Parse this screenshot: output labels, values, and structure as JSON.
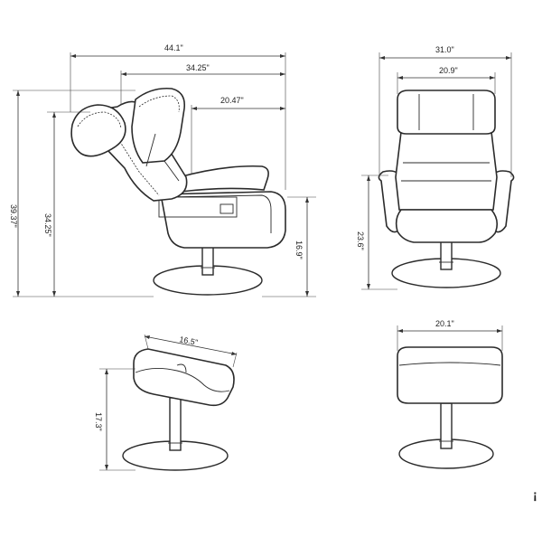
{
  "dimensions": {
    "recliner_side": {
      "overall_width": "44.1\"",
      "seat_to_head_width": "34.25\"",
      "seat_depth": "20.47\"",
      "overall_height": "39.37\"",
      "reclined_height": "34.25\"",
      "seat_height": "16.9\""
    },
    "chair_front": {
      "overall_width": "31.0\"",
      "headrest_width": "20.9\"",
      "arm_height": "23.6\""
    },
    "ottoman_side": {
      "depth": "16.5\"",
      "height": "17.3\""
    },
    "ottoman_front": {
      "width": "20.1\""
    }
  },
  "corner_mark": "¡"
}
